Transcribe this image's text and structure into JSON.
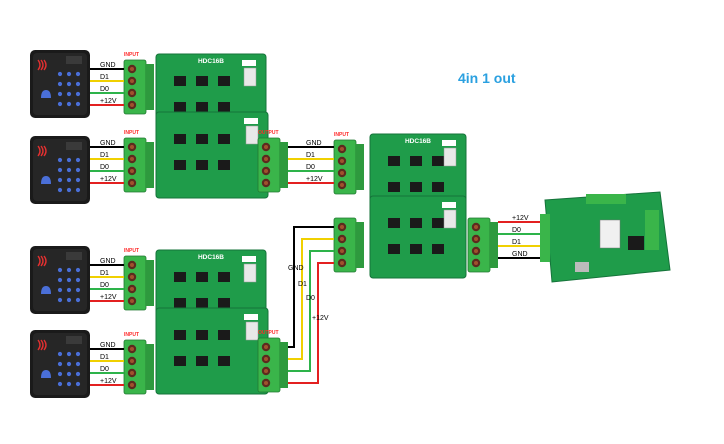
{
  "title": "4in 1 out",
  "board_label": "HDC16B",
  "wire_labels": {
    "gnd": "GND",
    "d1": "D1",
    "d0": "D0",
    "v12": "+12V"
  },
  "terminal_labels": {
    "input": "INPUT",
    "output": "OUTPUT"
  },
  "colors": {
    "heading": "#2aa0e0",
    "pcb": "#1f9c4a",
    "terminal": "#3ab54a",
    "reader": "#1a1a1a",
    "wire_gnd": "#000000",
    "wire_d1": "#f0d000",
    "wire_d0": "#2db34a",
    "wire_12v": "#e32020"
  },
  "icons": {
    "reader": "card-reader-icon",
    "board": "pcb-board-icon"
  }
}
